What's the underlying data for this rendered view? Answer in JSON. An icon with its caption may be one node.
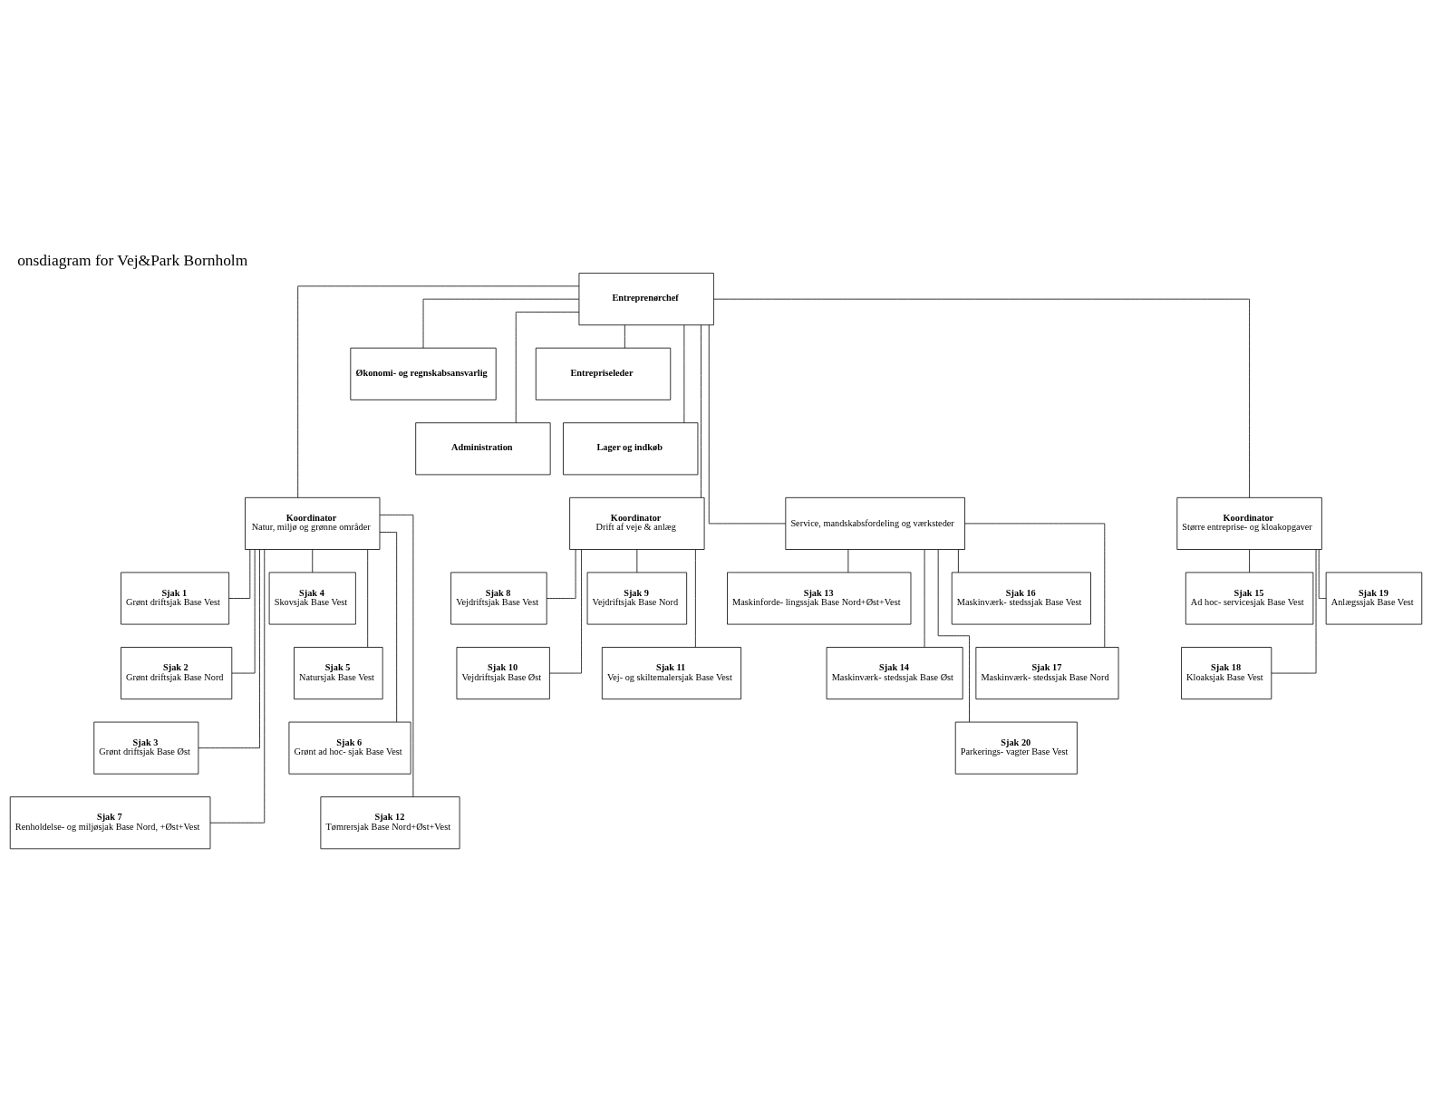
{
  "diagram": {
    "title": "onsdiagram for Vej&Park Bornholm",
    "nodes": [
      {
        "text": [
          "Entreprenørchef"
        ]
      },
      {
        "text": [
          "Økonomi- og regnskabsansvarlig"
        ]
      },
      {
        "text": [
          "Entrepriseleder"
        ]
      },
      {
        "text": [
          "Administration"
        ]
      },
      {
        "text": [
          "Lager og indkøb"
        ]
      },
      {
        "text": [
          "Koordinator",
          "Natur, miljø og grønne områder"
        ]
      },
      {
        "text": [
          "Koordinator",
          "Drift af veje & anlæg"
        ]
      },
      {
        "text": [
          "Service, mandskabsfordeling og værksteder"
        ]
      },
      {
        "text": [
          "Koordinator",
          "Større entreprise- og kloakopgaver"
        ]
      },
      {
        "text": [
          "Sjak 1",
          "Grønt driftsjak Base Vest"
        ]
      },
      {
        "text": [
          "Sjak 4",
          "Skovsjak Base Vest"
        ]
      },
      {
        "text": [
          "Sjak 2",
          "Grønt driftsjak Base Nord"
        ]
      },
      {
        "text": [
          "Sjak 5",
          "Natursjak Base Vest"
        ]
      },
      {
        "text": [
          "Sjak 3",
          "Grønt driftsjak Base Øst"
        ]
      },
      {
        "text": [
          "Sjak 6",
          "Grønt ad hoc- sjak Base Vest"
        ]
      },
      {
        "text": [
          "Sjak 7",
          "Renholdelse- og miljøsjak Base Nord, +Øst+Vest"
        ]
      },
      {
        "text": [
          "Sjak 12",
          "Tømrersjak Base Nord+Øst+Vest"
        ]
      },
      {
        "text": [
          "Sjak 8",
          "Vejdriftsjak Base Vest"
        ]
      },
      {
        "text": [
          "Sjak 9",
          "Vejdriftsjak Base Nord"
        ]
      },
      {
        "text": [
          "Sjak 10",
          "Vejdriftsjak Base Øst"
        ]
      },
      {
        "text": [
          "Sjak 11",
          "Vej- og skiltemalersjak Base Vest"
        ]
      },
      {
        "text": [
          "Sjak 13",
          "Maskinforde- lingssjak Base Nord+Øst+Vest"
        ]
      },
      {
        "text": [
          "Sjak 16",
          "Maskinværk- stedssjak Base Vest"
        ]
      },
      {
        "text": [
          "Sjak 14",
          "Maskinværk- stedssjak Base Øst"
        ]
      },
      {
        "text": [
          "Sjak 17",
          "Maskinværk- stedssjak Base Nord"
        ]
      },
      {
        "text": [
          "Sjak 20",
          "Parkerings- vagter Base Vest"
        ]
      },
      {
        "text": [
          "Sjak 15",
          "Ad hoc- servicesjak Base Vest"
        ]
      },
      {
        "text": [
          "Sjak 19",
          "Anlægssjak Base Vest"
        ]
      },
      {
        "text": [
          "Sjak 18",
          "Kloaksjak Base Vest"
        ]
      }
    ],
    "edges": [
      {
        "from": 0,
        "to": 1,
        "arrow": "none"
      },
      {
        "from": 0,
        "to": 2,
        "arrow": "none"
      },
      {
        "from": 0,
        "to": 3,
        "arrow": "none"
      },
      {
        "from": 0,
        "to": 4,
        "arrow": "none"
      },
      {
        "from": 0,
        "to": 5,
        "arrow": "none"
      },
      {
        "from": 0,
        "to": 6,
        "arrow": "none"
      },
      {
        "from": 0,
        "to": 7,
        "arrow": "none"
      },
      {
        "from": 0,
        "to": 8,
        "arrow": "none"
      },
      {
        "from": 5,
        "to": 9,
        "arrow": "none"
      },
      {
        "from": 5,
        "to": 10,
        "arrow": "none"
      },
      {
        "from": 5,
        "to": 11,
        "arrow": "none"
      },
      {
        "from": 5,
        "to": 12,
        "arrow": "none"
      },
      {
        "from": 5,
        "to": 13,
        "arrow": "none"
      },
      {
        "from": 5,
        "to": 14,
        "arrow": "none"
      },
      {
        "from": 5,
        "to": 15,
        "arrow": "none"
      },
      {
        "from": 5,
        "to": 16,
        "arrow": "none"
      },
      {
        "from": 6,
        "to": 17,
        "arrow": "none"
      },
      {
        "from": 6,
        "to": 18,
        "arrow": "none"
      },
      {
        "from": 6,
        "to": 19,
        "arrow": "none"
      },
      {
        "from": 6,
        "to": 20,
        "arrow": "none"
      },
      {
        "from": 7,
        "to": 21,
        "arrow": "none"
      },
      {
        "from": 7,
        "to": 22,
        "arrow": "none"
      },
      {
        "from": 7,
        "to": 23,
        "arrow": "none"
      },
      {
        "from": 7,
        "to": 24,
        "arrow": "none"
      },
      {
        "from": 7,
        "to": 25,
        "arrow": "none"
      },
      {
        "from": 8,
        "to": 26,
        "arrow": "none"
      },
      {
        "from": 8,
        "to": 27,
        "arrow": "none"
      },
      {
        "from": 8,
        "to": 28,
        "arrow": "none"
      }
    ]
  }
}
